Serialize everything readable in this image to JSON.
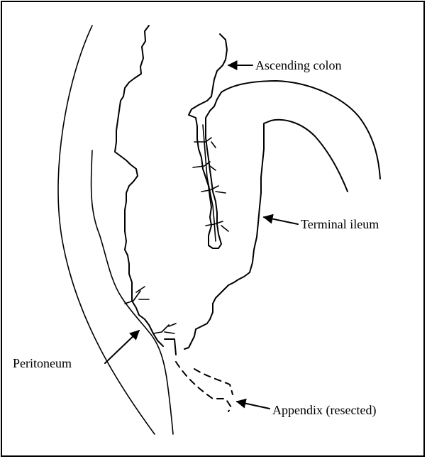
{
  "labels": {
    "ascending_colon": "Ascending colon",
    "terminal_ileum": "Terminal ileum",
    "peritoneum": "Peritoneum",
    "appendix": "Appendix (resected)"
  }
}
